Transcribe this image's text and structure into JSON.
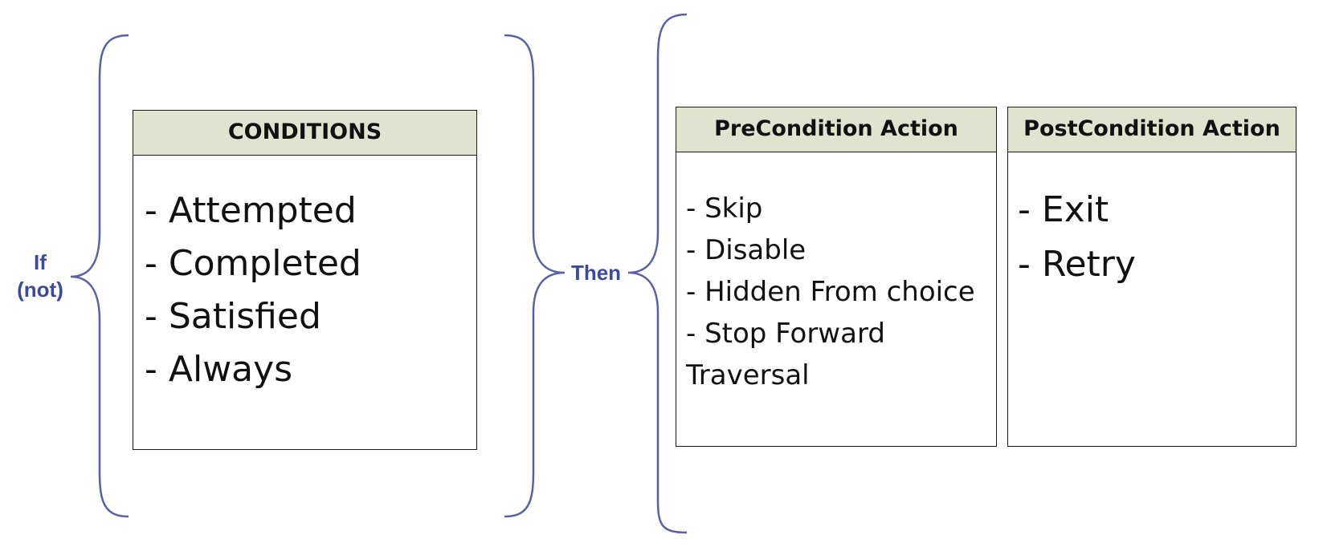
{
  "labels": {
    "if_line1": "If",
    "if_line2": "(not)",
    "then": "Then"
  },
  "conditions": {
    "header": "CONDITIONS",
    "items": [
      "- Attempted",
      "- Completed",
      "- Satisfied",
      "- Always"
    ]
  },
  "precondition": {
    "header": "PreCondition Action",
    "items": [
      "- Skip",
      "- Disable",
      "- Hidden From choice",
      "- Stop Forward",
      "Traversal"
    ]
  },
  "postcondition": {
    "header": "PostCondition Action",
    "items": [
      "- Exit",
      "- Retry"
    ]
  },
  "colors": {
    "brace": "#5a60a8",
    "label": "#3b4a9a",
    "header_bg": "#e0e4cf",
    "border": "#1a1a1a"
  }
}
